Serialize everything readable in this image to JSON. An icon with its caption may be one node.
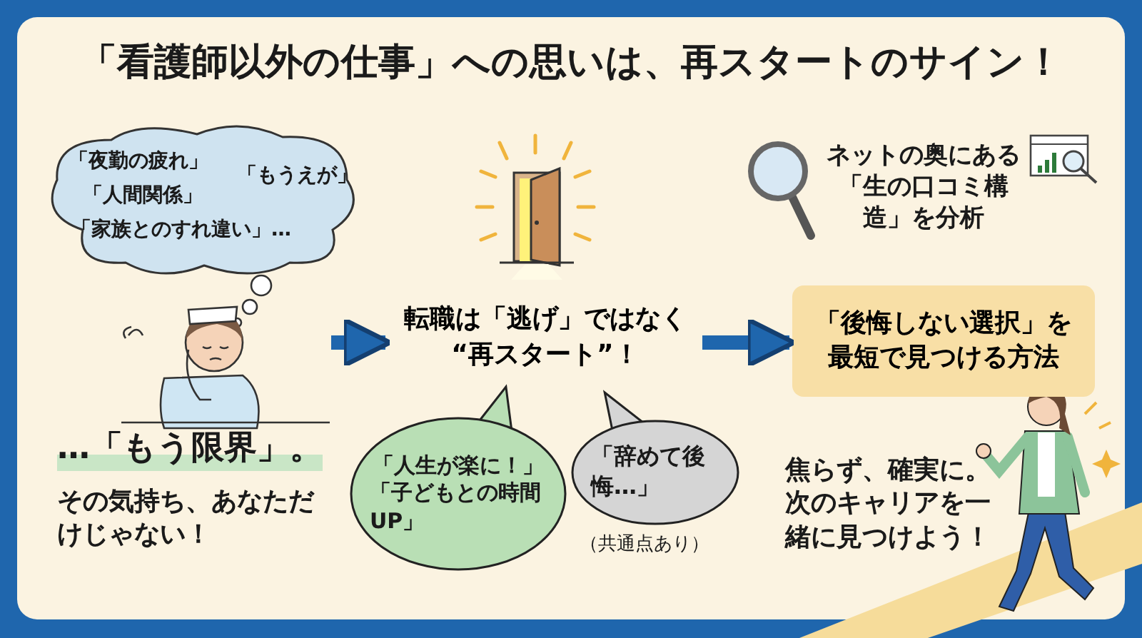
{
  "diagram": {
    "title": "「看護師以外の仕事」への思いは、再スタートのサイン！",
    "nodes": [
      {
        "text": [
          "「夜勤の疲れ」",
          "「もうえが」",
          "「人間関係」",
          "「家族とのすれ違い」…"
        ]
      },
      {
        "text": [],
        "shape": "picture"
      },
      {
        "text": [
          "転職は「逃げ」ではなく “再スタート”！"
        ]
      },
      {
        "text": [
          "「人生が楽に！」",
          "「子どもとの時間UP」"
        ]
      },
      {
        "text": [
          "「辞めて後悔…」"
        ],
        "beside": [
          "（共通点あり）"
        ]
      },
      {
        "text": [
          "「後悔しない選択」を最短で見つける方法"
        ]
      }
    ],
    "edges": [
      {
        "from": 1,
        "to": 2,
        "arrow": "to"
      },
      {
        "from": 2,
        "to": 5,
        "arrow": "to"
      }
    ],
    "labels": [
      "…「もう限界」。",
      "その気持ち、あなただけじゃない！",
      "ネットの奥にある「生の口コミ構造」を分析",
      "焦らず、確実に。次のキャリアを一緒に見つけよう！"
    ]
  }
}
